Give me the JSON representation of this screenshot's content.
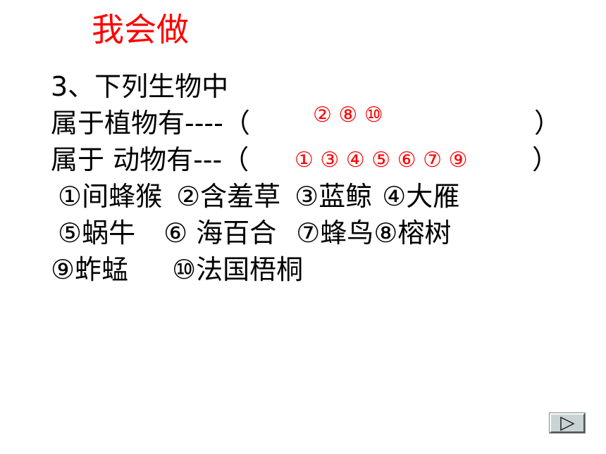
{
  "title": "我会做",
  "question": {
    "heading": "3、下列生物中",
    "plant_label": "属于植物有----（",
    "animal_label": "属于 动物有---（",
    "close_paren": "）",
    "plant_answer": "② ⑧ ⑩",
    "animal_answer": "① ③ ④ ⑤ ⑥ ⑦ ⑨"
  },
  "organisms": {
    "o1": "①间蜂猴",
    "o2": "②含羞草",
    "o3": "③蓝鲸",
    "o4": "④大雁",
    "o5": "⑤蜗牛",
    "o6": "⑥ 海百合",
    "o7": "⑦蜂鸟",
    "o8": "⑧榕树",
    "o9": "⑨蚱蜢",
    "o10": "⑩法国梧桐"
  },
  "nav": {
    "next_icon": "play-triangle-icon"
  }
}
